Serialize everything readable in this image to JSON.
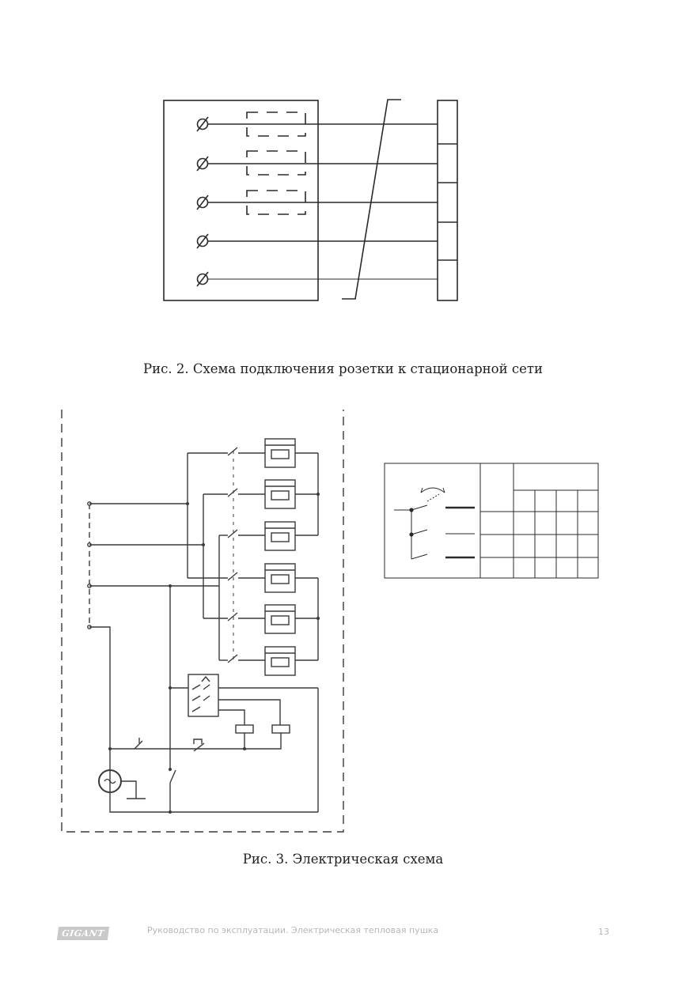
{
  "figure2": {
    "caption": "Рис. 2. Схема подключения розетки к стационарной сети"
  },
  "figure3": {
    "caption": "Рис. 3. Электрическая схема"
  },
  "footer": {
    "brand": "GIGANT",
    "text": "Руководство по эксплуатации. Электрическая тепловая пушка",
    "page": "13"
  },
  "colors": {
    "line": "#2a2a2a",
    "caption": "#1e1e1e",
    "footer": "#b7b7b7",
    "logo_bg": "#c9c9c9"
  }
}
